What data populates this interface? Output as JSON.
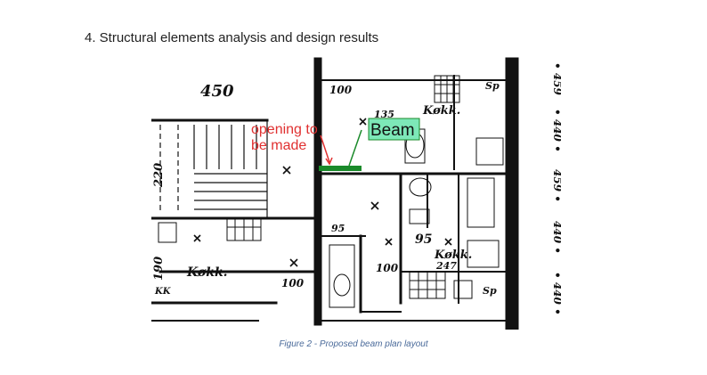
{
  "document": {
    "heading": "4. Structural elements analysis and design results",
    "caption": "Figure 2 - Proposed beam plan layout"
  },
  "plan": {
    "labels": {
      "area_450": "450",
      "room_100_top": "100",
      "kitchen_top": "Køkk.",
      "area_135": "135",
      "sp_top": "Sp",
      "dim_220": "220",
      "dim_190": "190",
      "kitchen_left": "Køkk.",
      "room_100_left": "100",
      "room_100_center": "100",
      "area_95": "95",
      "kitchen_right": "Køkk.",
      "area_247": "247",
      "area_95_small": "95",
      "sp_bottom": "Sp",
      "kk_left": "KK",
      "dim_right_1": "• 459",
      "dim_right_2": "• 440 •",
      "dim_right_3": "459 •",
      "dim_right_4": "440 •",
      "dim_right_5": "• 440 •"
    },
    "annotation_opening": [
      "opening to",
      "be made"
    ],
    "annotation_beam": "Beam",
    "colors": {
      "beam": "#1a8a2a",
      "beam_label_bg": "#7de8b8",
      "annotation": "#e03030"
    }
  }
}
